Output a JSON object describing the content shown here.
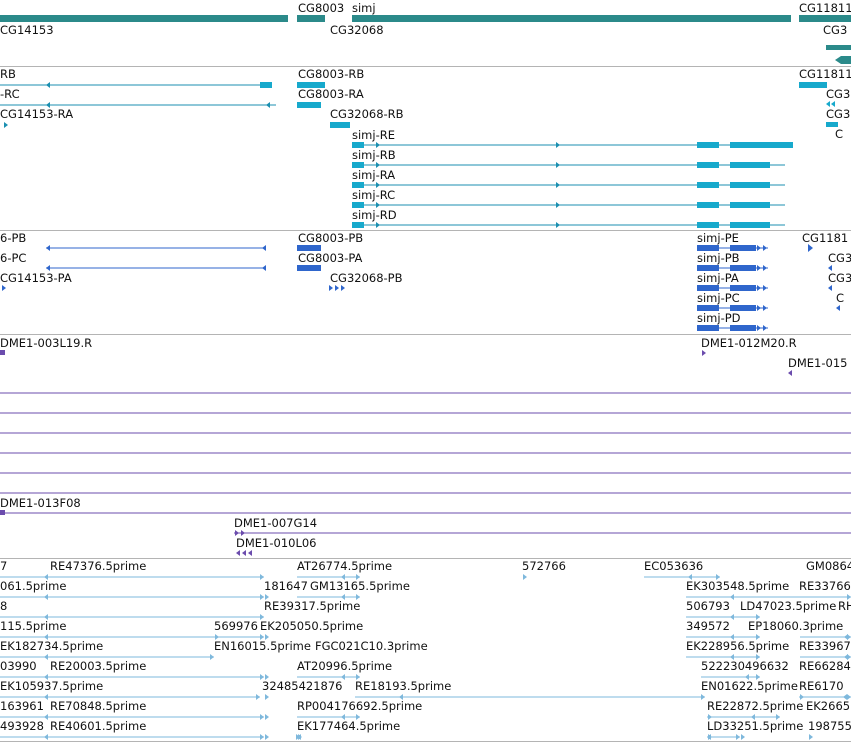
{
  "tracks": {
    "genes": {
      "labels": [
        "CG14153",
        "CG8003",
        "simj",
        "CG32068",
        "CG11811",
        "CG3"
      ]
    },
    "transcripts": {
      "labels": [
        "RB",
        "-RC",
        "CG14153-RA",
        "CG8003-RB",
        "CG8003-RA",
        "CG32068-RB",
        "simj-RE",
        "simj-RB",
        "simj-RA",
        "simj-RC",
        "simj-RD",
        "CG11811",
        "CG3",
        "CG3",
        "C"
      ]
    },
    "proteins": {
      "labels": [
        "6-PB",
        "6-PC",
        "CG14153-PA",
        "CG8003-PB",
        "CG8003-PA",
        "CG32068-PB",
        "simj-PE",
        "simj-PB",
        "simj-PA",
        "simj-PC",
        "simj-PD",
        "CG1181",
        "CG3",
        "CG3",
        "C"
      ]
    },
    "clones": {
      "labels": [
        "DME1-003L19.R",
        "DME1-012M20.R",
        "DME1-015",
        "DME1-013F08",
        "DME1-007G14",
        "DME1-010L06"
      ]
    },
    "ests": {
      "labels": [
        "7",
        "RE47376.5prime",
        "AT26774.5prime",
        "572766",
        "EC053636",
        "GM0864",
        "061.5prime",
        "181647",
        "GM13165.5prime",
        "EK303548.5prime",
        "RE33766",
        "8",
        "RE39317.5prime",
        "506793",
        "LD47023.5prime",
        "RH",
        "115.5prime",
        "569976",
        "EK205050.5prime",
        "349572",
        "EP18060.3prime",
        "",
        "EK182734.5prime",
        "EN16015.5prime",
        "FGC021C10.3prime",
        "EK228956.5prime",
        "RE33967",
        "03990",
        "RE20003.5prime",
        "AT20996.5prime",
        "522230496632",
        "RE66284",
        "EK105937.5prime",
        "32485421876",
        "RE18193.5prime",
        "EN01622.5prime",
        "RE6170",
        "163961",
        "RE70848.5prime",
        "RP004176692.5prime",
        "RE22872.5prime",
        "EK2665",
        "493928",
        "RE40601.5prime",
        "EK177464.5prime",
        "LD33251.5prime",
        "198755"
      ]
    }
  },
  "colors": {
    "gene": "#2b8a8a",
    "transcript_line": "#1b8fb0",
    "transcript_exon": "#17a9cc",
    "protein": "#2f66cc",
    "clone": "#6b4cad",
    "est": "#7eb8dc",
    "separator": "#b4b4b4"
  }
}
